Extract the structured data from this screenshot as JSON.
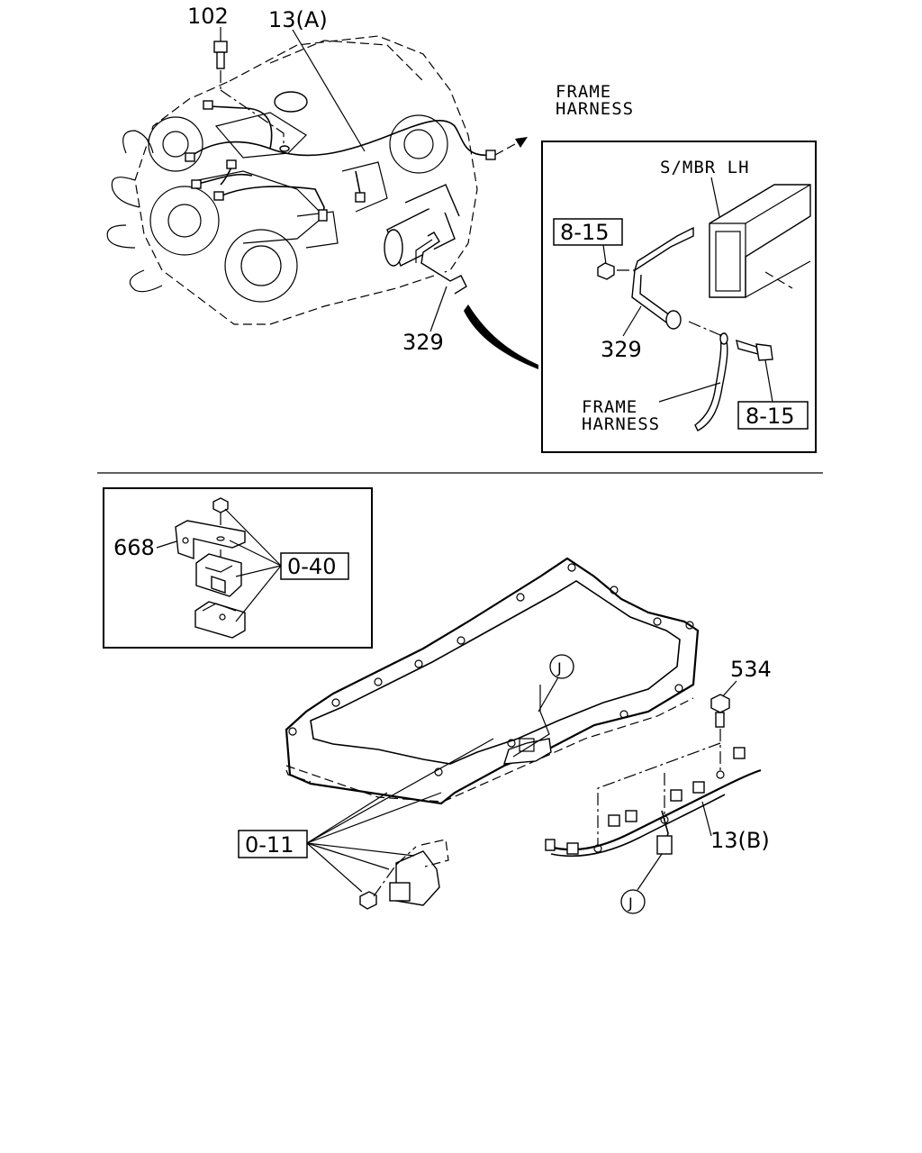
{
  "top": {
    "callouts": {
      "bolt_102": "102",
      "harness_13a": "13(A)",
      "bracket_329": "329"
    },
    "frame_harness_arrow": [
      "FRAME",
      "HARNESS"
    ]
  },
  "detail_frame": {
    "s_mbr": "S/MBR  LH",
    "ref_upper": "8-15",
    "ref_lower": "8-15",
    "bracket_329": "329",
    "frame_harness": [
      "FRAME",
      "HARNESS"
    ]
  },
  "mount_inset": {
    "part_668": "668",
    "ref_040": "0-40"
  },
  "bottom": {
    "ref_011": "0-11",
    "bolt_534": "534",
    "harness_13b": "13(B)",
    "marker_j_top": "J",
    "marker_j_bottom": "J"
  }
}
